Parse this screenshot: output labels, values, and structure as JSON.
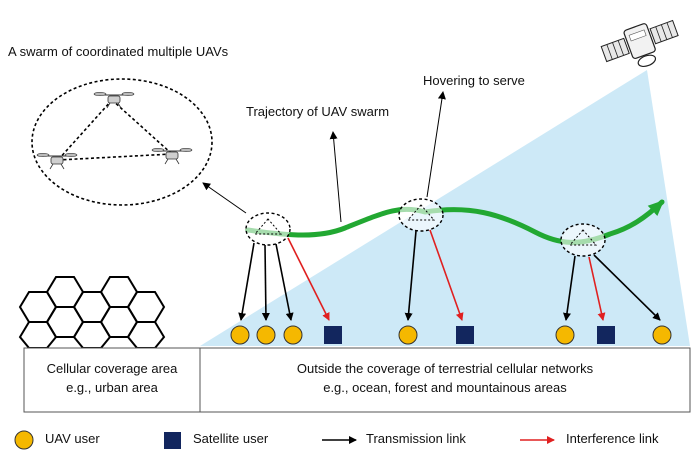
{
  "labels": {
    "swarm": "A swarm of coordinated multiple UAVs",
    "hovering": "Hovering to serve",
    "trajectory": "Trajectory of UAV swarm"
  },
  "regions": {
    "cellular": {
      "line1": "Cellular coverage area",
      "line2": "e.g., urban area"
    },
    "outside": {
      "line1": "Outside the coverage of terrestrial cellular networks",
      "line2": "e.g., ocean, forest and mountainous areas"
    }
  },
  "legend": {
    "uav_user": "UAV user",
    "satellite_user": "Satellite user",
    "transmission": "Transmission link",
    "interference": "Interference link"
  },
  "colors": {
    "uav_user": "#F5B800",
    "satellite_user": "#12265E",
    "transmission": "#000000",
    "interference": "#E02020",
    "trajectory": "#22A832",
    "beam": "#CDE9F7"
  },
  "icons": [
    "satellite-icon",
    "uav-icon",
    "hexagon-cell-icon"
  ]
}
